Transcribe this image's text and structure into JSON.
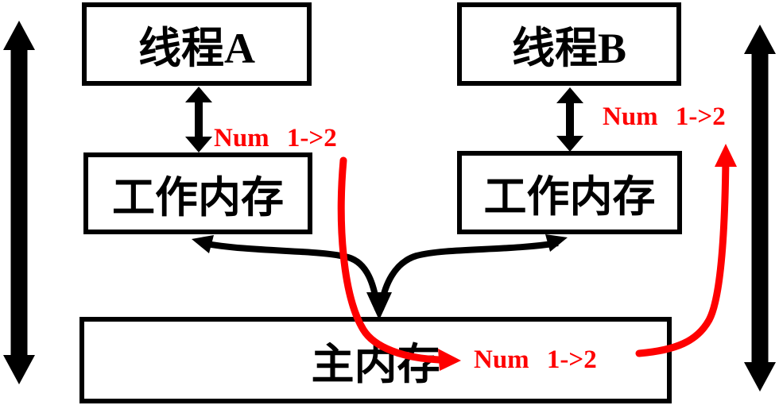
{
  "diagram": {
    "boxes": {
      "thread_a": "线程A",
      "thread_b": "线程B",
      "working_memory_a": "工作内存",
      "working_memory_b": "工作内存",
      "main_memory": "主内存"
    },
    "labels": {
      "num_change_a": "Num 1->2",
      "num_change_b": "Num 1->2",
      "num_change_main": "Num 1->2"
    },
    "connectors": [
      {
        "name": "left-vertical-double-arrow",
        "type": "double-headed-vertical",
        "color": "#000000"
      },
      {
        "name": "right-vertical-double-arrow",
        "type": "double-headed-vertical",
        "color": "#000000"
      },
      {
        "name": "thread-a-working-memory-double-arrow",
        "type": "double-headed-vertical",
        "color": "#000000"
      },
      {
        "name": "thread-b-working-memory-double-arrow",
        "type": "double-headed-vertical",
        "color": "#000000"
      },
      {
        "name": "working-memories-to-main-memory-y-connector",
        "type": "three-headed-curve",
        "color": "#000000"
      },
      {
        "name": "red-flow-working-memory-a-to-main-memory",
        "type": "curved-arrow",
        "color": "#fe0000"
      },
      {
        "name": "red-flow-main-memory-to-working-memory-b",
        "type": "curved-arrow",
        "color": "#fe0000"
      }
    ],
    "colors": {
      "line_color": "#000000",
      "highlight_color": "#fe0000",
      "background": "#ffffff"
    }
  }
}
